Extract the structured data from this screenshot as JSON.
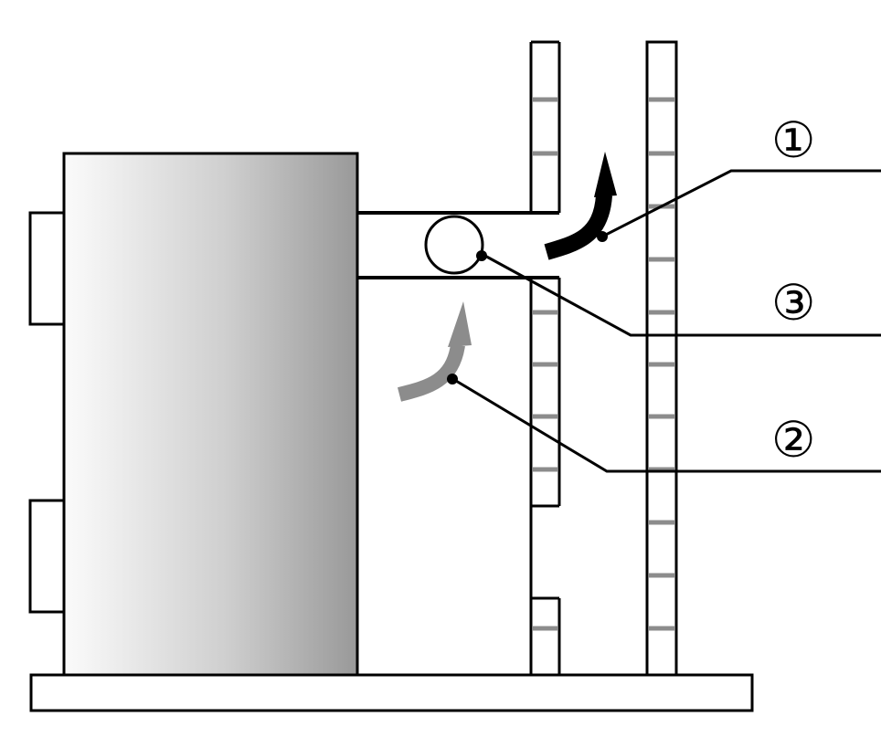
{
  "labels": {
    "one": "①",
    "two": "②",
    "three": "③"
  },
  "colors": {
    "stroke": "#000000",
    "rung": "#8c8c8c",
    "arrow_dark": "#000000",
    "arrow_gray": "#8c8c8c",
    "tank_light": "#fafafa",
    "tank_dark": "#9a9a9a"
  }
}
